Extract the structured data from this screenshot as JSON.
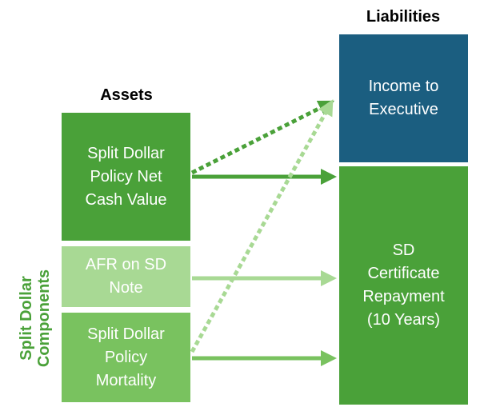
{
  "headers": {
    "assets": "Assets",
    "liabilities": "Liabilities"
  },
  "assets": [
    {
      "label": "Split Dollar\nPolicy Net\nCash Value",
      "color": "#4aa139"
    },
    {
      "label": "AFR on SD\nNote",
      "color": "#a8d994"
    },
    {
      "label": "Split Dollar\nPolicy\nMortality",
      "color": "#79c25f"
    }
  ],
  "liabilities": [
    {
      "label": "Income to\nExecutive",
      "color": "#1b5e80"
    },
    {
      "label": "SD\nCertificate\nRepayment\n(10 Years)",
      "color": "#4aa139"
    }
  ],
  "side_label": "Split Dollar\nComponents",
  "colors": {
    "dark_green": "#4aa139",
    "mid_green": "#79c25f",
    "light_green": "#a8d994",
    "navy": "#1b5e80"
  }
}
